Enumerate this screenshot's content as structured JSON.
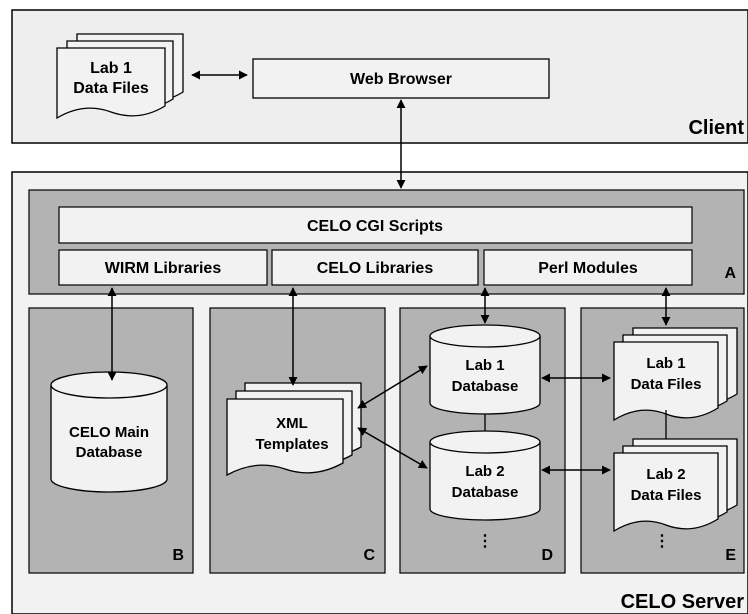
{
  "client": {
    "label": "Client",
    "web_browser": "Web Browser",
    "data_files_line1": "Lab 1",
    "data_files_line2": "Data Files"
  },
  "server": {
    "label": "CELO Server",
    "panel_a": {
      "letter": "A",
      "cgi_scripts": "CELO CGI Scripts",
      "wirm_libraries": "WIRM Libraries",
      "celo_libraries": "CELO Libraries",
      "perl_modules": "Perl Modules"
    },
    "panel_b": {
      "letter": "B",
      "db_line1": "CELO Main",
      "db_line2": "Database"
    },
    "panel_c": {
      "letter": "C",
      "templates_line1": "XML",
      "templates_line2": "Templates"
    },
    "panel_d": {
      "letter": "D",
      "lab1_line1": "Lab 1",
      "lab1_line2": "Database",
      "lab2_line1": "Lab 2",
      "lab2_line2": "Database",
      "ellipsis": "⋮"
    },
    "panel_e": {
      "letter": "E",
      "lab1_line1": "Lab 1",
      "lab1_line2": "Data Files",
      "lab2_line1": "Lab 2",
      "lab2_line2": "Data Files",
      "ellipsis": "⋮"
    }
  },
  "colors": {
    "client_bg": "#eeeeee",
    "server_bg": "#f2f2f2",
    "panel_bg": "#b3b3b3",
    "box_bg": "#f2f2f2",
    "stroke": "#000000"
  }
}
